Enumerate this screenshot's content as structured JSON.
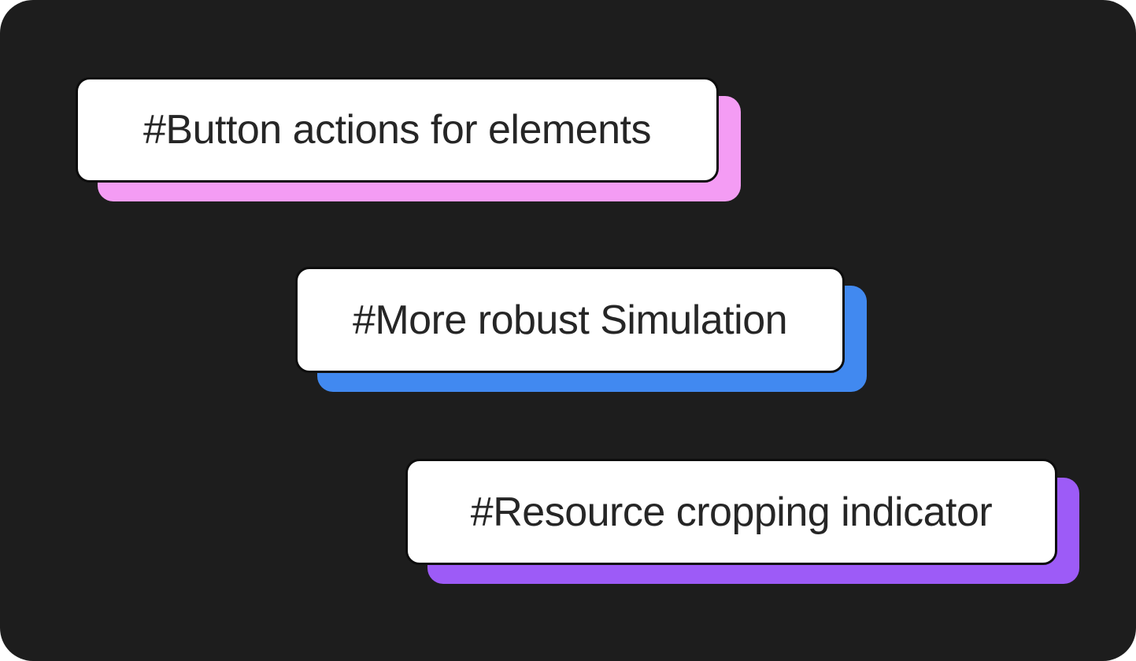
{
  "page": {
    "background": "#ffffff",
    "panel_color": "#1d1d1d",
    "card_face_color": "#ffffff",
    "card_border_color": "#0d0d0d",
    "card_text_color": "#262626"
  },
  "cards": [
    {
      "label": "#Button actions for elements",
      "accent": "#f49cf4"
    },
    {
      "label": "#More robust Simulation",
      "accent": "#4189f0"
    },
    {
      "label": "#Resource cropping indicator",
      "accent": "#9d5bf7"
    }
  ]
}
